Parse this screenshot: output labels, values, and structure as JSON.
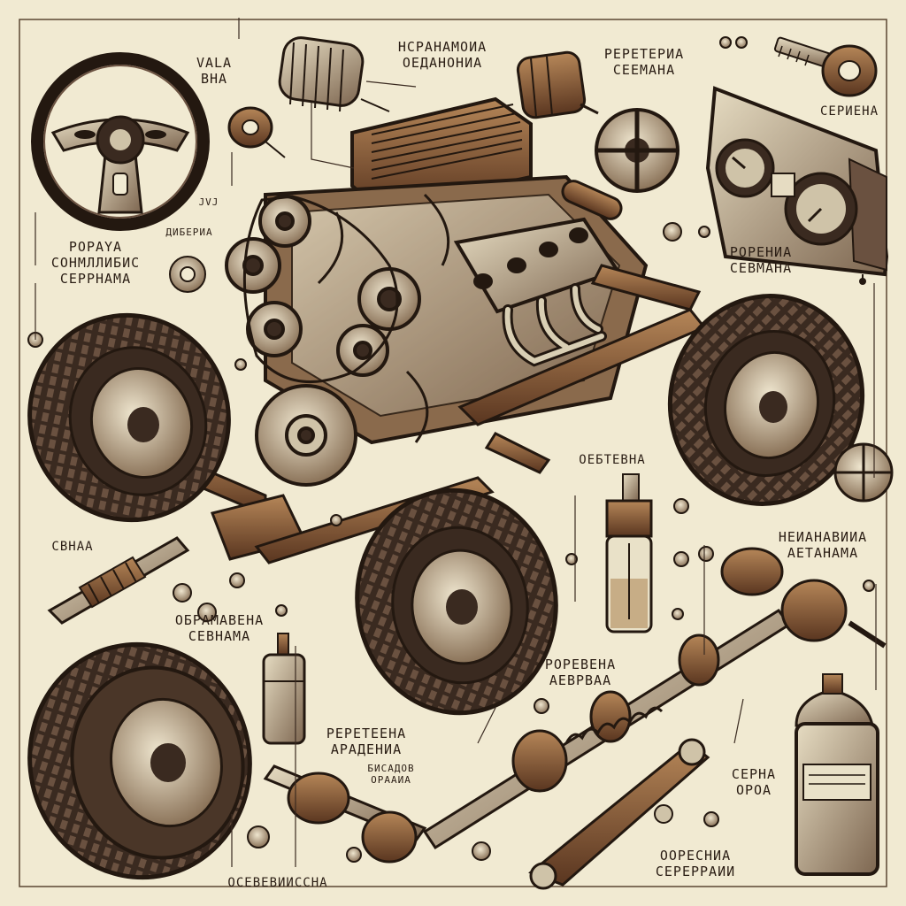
{
  "labels": {
    "vala": [
      "VALA",
      "ВНА"
    ],
    "top_center": [
      "НСРАНАМОИА",
      "ОЕДАНОНИА"
    ],
    "top_right": [
      "РЕРЕТЕРИА",
      "СЕЕМАНА"
    ],
    "dash": [
      "СЕРИЕНА"
    ],
    "upper_left": [
      "РОРАYА",
      "СОНМЛЛИБИС",
      "СЕРРНАМА"
    ],
    "jvd": [
      "JVJ"
    ],
    "diebia": [
      "ДИБЕРИА"
    ],
    "right_mid": [
      "РОРЕНИА",
      "СЕВМАНА"
    ],
    "center_right": [
      "ОЕБТЕВНА"
    ],
    "left_spark": [
      "СВНАА"
    ],
    "right_shaft": [
      "НЕИАНАВИИА",
      "АЕТАНАМА"
    ],
    "left_lower": [
      "ОБРАМАВЕНА",
      "СЕВНАМА"
    ],
    "center_lower": [
      "РОРЕВЕНА",
      "АЕВРВАА"
    ],
    "bottom_center": [
      "РЕРЕТЕЕНА",
      "АРАДЕНИА"
    ],
    "bottom_small": [
      "БИСАДОВ",
      "ОРААИА"
    ],
    "can_right": [
      "СЕРНА",
      "ОРОА"
    ],
    "bottom_right": [
      "ООРЕСНИА",
      "СЕРЕРРАИИ"
    ],
    "bottom_left": [
      "ОСЕВЕВИИССНА"
    ]
  },
  "palette": {
    "paper": "#f1ead2",
    "ink": "#2a1d14",
    "rust": "#7b4a2c",
    "brass": "#b08a5a",
    "tyre": "#3a2a20",
    "chrome": "#cfc3a8"
  },
  "icons": [
    "steering-wheel-icon",
    "engine-icon",
    "wheel-icon",
    "tyre-icon",
    "spark-plug-icon",
    "shock-absorber-icon",
    "oil-can-icon",
    "gauge-cluster-icon",
    "bolt-icon",
    "fuse-icon",
    "fan-icon"
  ]
}
